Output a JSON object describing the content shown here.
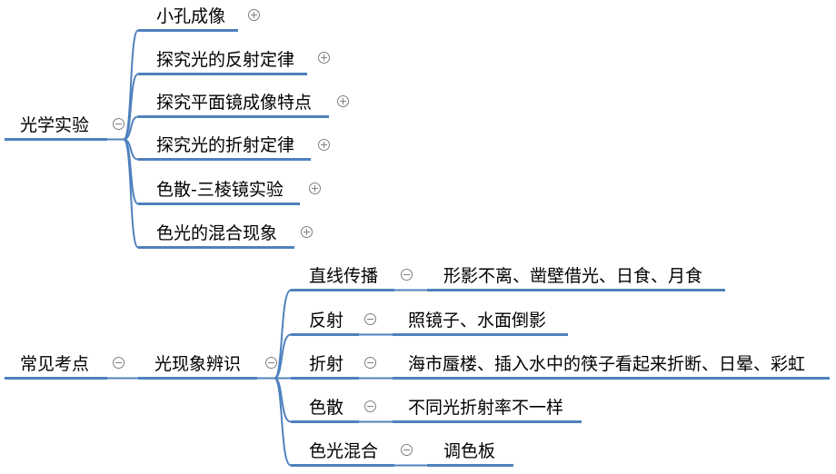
{
  "colors": {
    "branch_line": "#4f81bd",
    "toggle_stroke": "#7f7f7f",
    "text": "#000000",
    "background": "#ffffff"
  },
  "roots": [
    {
      "label": "光学实验",
      "toggle_icon": "collapse-icon",
      "children": [
        {
          "label": "小孔成像",
          "toggle_icon": "expand-icon"
        },
        {
          "label": "探究光的反射定律",
          "toggle_icon": "expand-icon"
        },
        {
          "label": "探究平面镜成像特点",
          "toggle_icon": "expand-icon"
        },
        {
          "label": "探究光的折射定律",
          "toggle_icon": "expand-icon"
        },
        {
          "label": "色散-三棱镜实验",
          "toggle_icon": "expand-icon"
        },
        {
          "label": "色光的混合现象",
          "toggle_icon": "expand-icon"
        }
      ]
    },
    {
      "label": "常见考点",
      "toggle_icon": "collapse-icon",
      "children": [
        {
          "label": "光现象辨识",
          "toggle_icon": "collapse-icon",
          "children": [
            {
              "label": "直线传播",
              "toggle_icon": "collapse-icon",
              "children": [
                {
                  "label": "形影不离、凿壁借光、日食、月食"
                }
              ]
            },
            {
              "label": "反射",
              "toggle_icon": "collapse-icon",
              "children": [
                {
                  "label": "照镜子、水面倒影"
                }
              ]
            },
            {
              "label": "折射",
              "toggle_icon": "collapse-icon",
              "children": [
                {
                  "label": "海市蜃楼、插入水中的筷子看起来折断、日晕、彩虹"
                }
              ]
            },
            {
              "label": "色散",
              "toggle_icon": "collapse-icon",
              "children": [
                {
                  "label": "不同光折射率不一样"
                }
              ]
            },
            {
              "label": "色光混合",
              "toggle_icon": "collapse-icon",
              "children": [
                {
                  "label": "调色板"
                }
              ]
            }
          ]
        }
      ]
    }
  ]
}
